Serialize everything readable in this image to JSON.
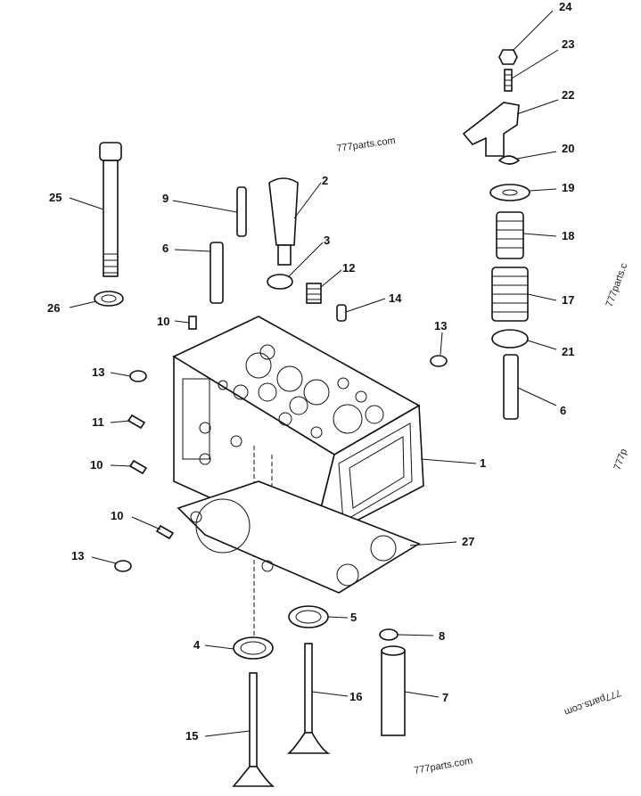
{
  "callouts": [
    {
      "id": "c24",
      "label": "24"
    },
    {
      "id": "c23",
      "label": "23"
    },
    {
      "id": "c22",
      "label": "22"
    },
    {
      "id": "c20",
      "label": "20"
    },
    {
      "id": "c19",
      "label": "19"
    },
    {
      "id": "c18",
      "label": "18"
    },
    {
      "id": "c17",
      "label": "17"
    },
    {
      "id": "c21",
      "label": "21"
    },
    {
      "id": "c6r",
      "label": "6"
    },
    {
      "id": "c25",
      "label": "25"
    },
    {
      "id": "c26",
      "label": "26"
    },
    {
      "id": "c9",
      "label": "9"
    },
    {
      "id": "c2",
      "label": "2"
    },
    {
      "id": "c3",
      "label": "3"
    },
    {
      "id": "c6l",
      "label": "6"
    },
    {
      "id": "c12",
      "label": "12"
    },
    {
      "id": "c14",
      "label": "14"
    },
    {
      "id": "c13r",
      "label": "13"
    },
    {
      "id": "c10a",
      "label": "10"
    },
    {
      "id": "c13a",
      "label": "13"
    },
    {
      "id": "c11",
      "label": "11"
    },
    {
      "id": "c10b",
      "label": "10"
    },
    {
      "id": "c1",
      "label": "1"
    },
    {
      "id": "c10c",
      "label": "10"
    },
    {
      "id": "c27",
      "label": "27"
    },
    {
      "id": "c13b",
      "label": "13"
    },
    {
      "id": "c5",
      "label": "5"
    },
    {
      "id": "c4",
      "label": "4"
    },
    {
      "id": "c8",
      "label": "8"
    },
    {
      "id": "c16",
      "label": "16"
    },
    {
      "id": "c7",
      "label": "7"
    },
    {
      "id": "c15",
      "label": "15"
    }
  ],
  "watermarks": {
    "top": "777parts.com",
    "right_upper": "777parts.c",
    "right_mid": "777p",
    "right_lower": "777parts.com",
    "bottom": "777parts.com"
  }
}
